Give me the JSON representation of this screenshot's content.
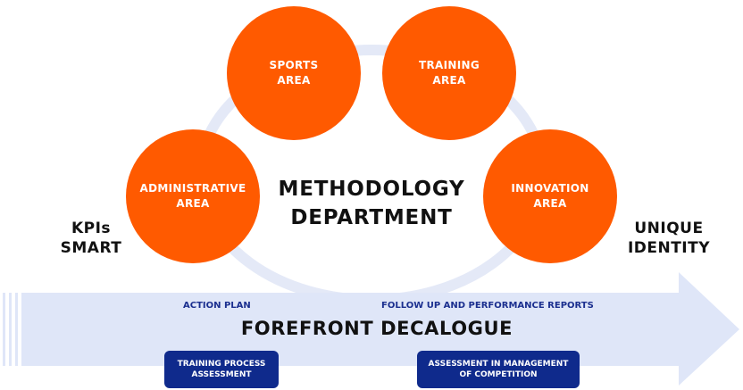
{
  "colors": {
    "orange": "#ff5a00",
    "ring": "#e4e9f7",
    "arrow": "#dfe6f8",
    "navy": "#0f2a8c",
    "label_blue": "#1b2f8f"
  },
  "circles": {
    "sports": [
      "SPORTS",
      "AREA"
    ],
    "training": [
      "TRAINING",
      "AREA"
    ],
    "administrative": [
      "ADMINISTRATIVE",
      "AREA"
    ],
    "innovation": [
      "INNOVATION",
      "AREA"
    ]
  },
  "center": [
    "METHODOLOGY",
    "DEPARTMENT"
  ],
  "left_text": [
    "KPIs",
    "SMART"
  ],
  "right_text": [
    "UNIQUE",
    "IDENTITY"
  ],
  "arrow": {
    "label_left": "ACTION PLAN",
    "label_right": "FOLLOW UP AND PERFORMANCE REPORTS",
    "title": "FOREFRONT DECALOGUE"
  },
  "boxes": {
    "training_process": [
      "TRAINING PROCESS",
      "ASSESSMENT"
    ],
    "assessment_competition": [
      "ASSESSMENT IN MANAGEMENT",
      "OF COMPETITION"
    ]
  }
}
